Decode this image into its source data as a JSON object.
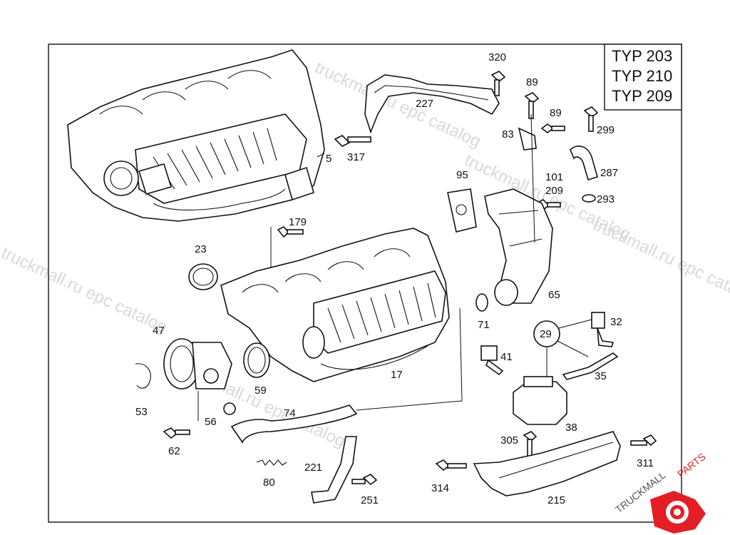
{
  "type_box": [
    "TYP 203",
    "TYP 210",
    "TYP 209"
  ],
  "callouts": [
    "5",
    "317",
    "227",
    "320",
    "89",
    "89",
    "299",
    "83",
    "287",
    "95",
    "101",
    "209",
    "293",
    "179",
    "23",
    "65",
    "71",
    "32",
    "29",
    "47",
    "41",
    "35",
    "17",
    "53",
    "59",
    "74",
    "56",
    "62",
    "305",
    "38",
    "311",
    "221",
    "80",
    "251",
    "314",
    "215"
  ],
  "watermark": "truckmall.ru epc catalog",
  "logo": {
    "text": "TRUCKMALLPARTS",
    "accent": "#e31e24"
  },
  "colors": {
    "ink": "#111111",
    "frame": "#222222",
    "watermark": "#d9d9d9"
  }
}
